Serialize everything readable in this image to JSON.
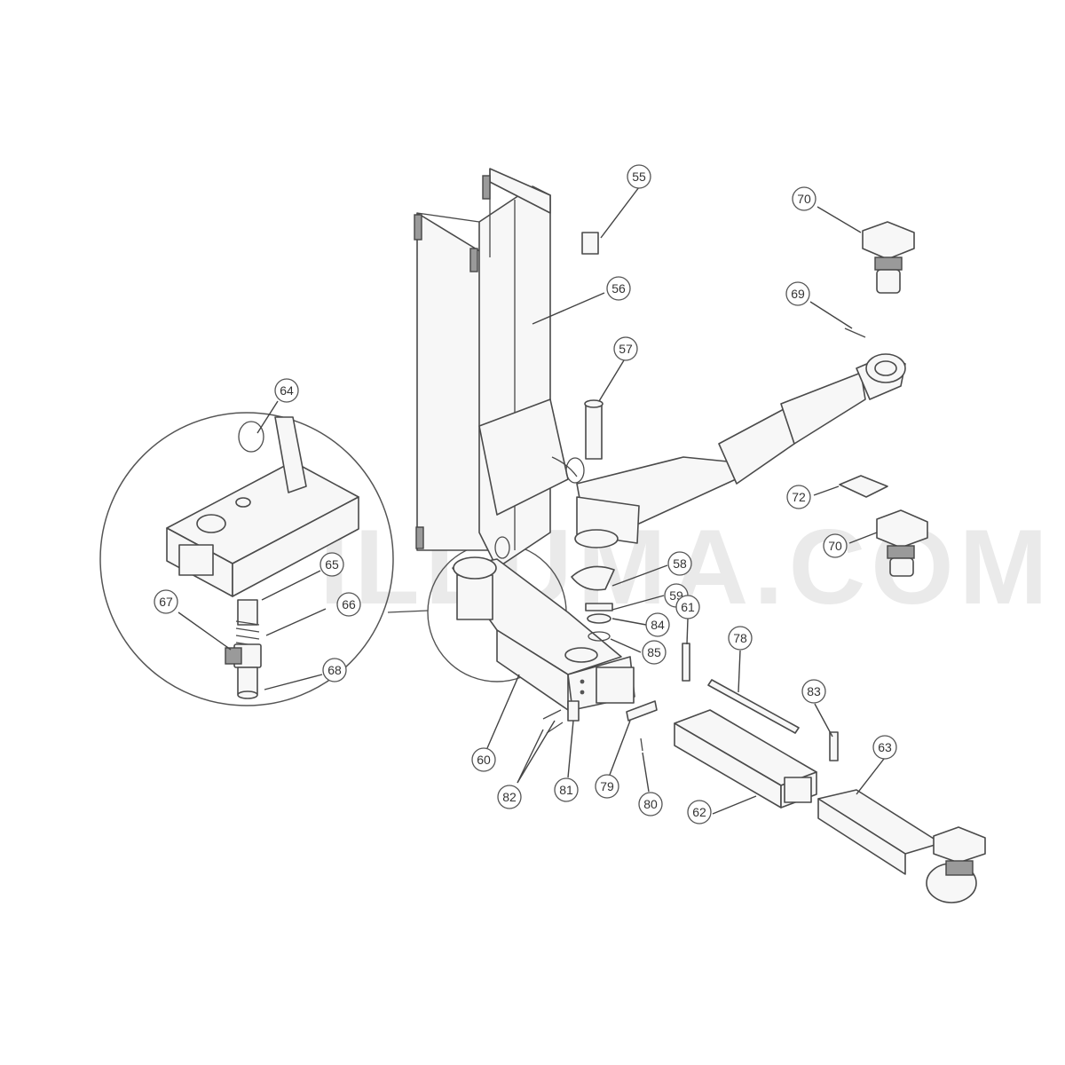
{
  "watermark": "ILLUMA.COM",
  "callouts": [
    {
      "id": "c55",
      "label": "55"
    },
    {
      "id": "c56",
      "label": "56"
    },
    {
      "id": "c57",
      "label": "57"
    },
    {
      "id": "c58",
      "label": "58"
    },
    {
      "id": "c59",
      "label": "59"
    },
    {
      "id": "c60",
      "label": "60"
    },
    {
      "id": "c61",
      "label": "61"
    },
    {
      "id": "c62",
      "label": "62"
    },
    {
      "id": "c63",
      "label": "63"
    },
    {
      "id": "c64",
      "label": "64"
    },
    {
      "id": "c65",
      "label": "65"
    },
    {
      "id": "c66",
      "label": "66"
    },
    {
      "id": "c67",
      "label": "67"
    },
    {
      "id": "c68",
      "label": "68"
    },
    {
      "id": "c69",
      "label": "69"
    },
    {
      "id": "c70a",
      "label": "70"
    },
    {
      "id": "c70b",
      "label": "70"
    },
    {
      "id": "c72",
      "label": "72"
    },
    {
      "id": "c78",
      "label": "78"
    },
    {
      "id": "c79",
      "label": "79"
    },
    {
      "id": "c80",
      "label": "80"
    },
    {
      "id": "c81",
      "label": "81"
    },
    {
      "id": "c82",
      "label": "82"
    },
    {
      "id": "c83",
      "label": "83"
    },
    {
      "id": "c84",
      "label": "84"
    },
    {
      "id": "c85",
      "label": "85"
    }
  ]
}
